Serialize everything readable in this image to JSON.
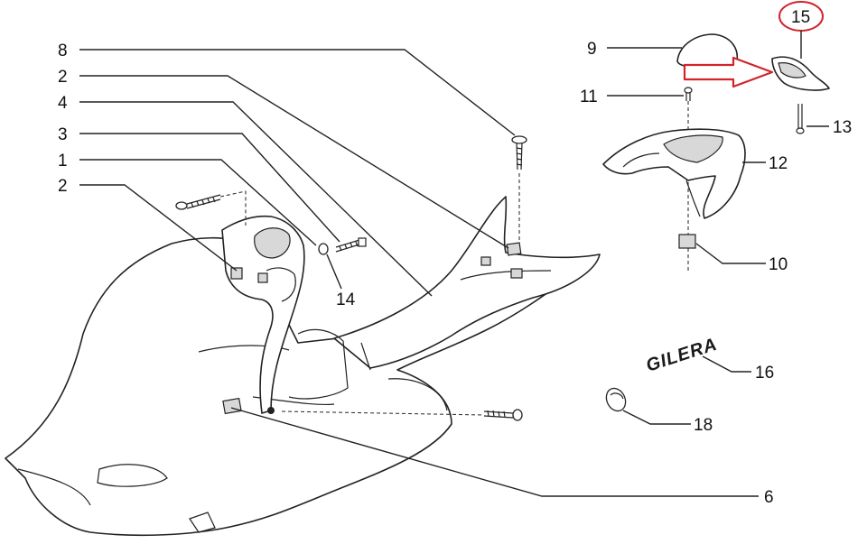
{
  "diagram": {
    "brand_text": "GILERA",
    "highlight_color": "#d0242b",
    "highlighted_part": "15",
    "callouts": [
      "8",
      "2",
      "4",
      "3",
      "1",
      "2",
      "9",
      "11",
      "12",
      "10",
      "13",
      "14",
      "15",
      "16",
      "18",
      "6"
    ]
  }
}
